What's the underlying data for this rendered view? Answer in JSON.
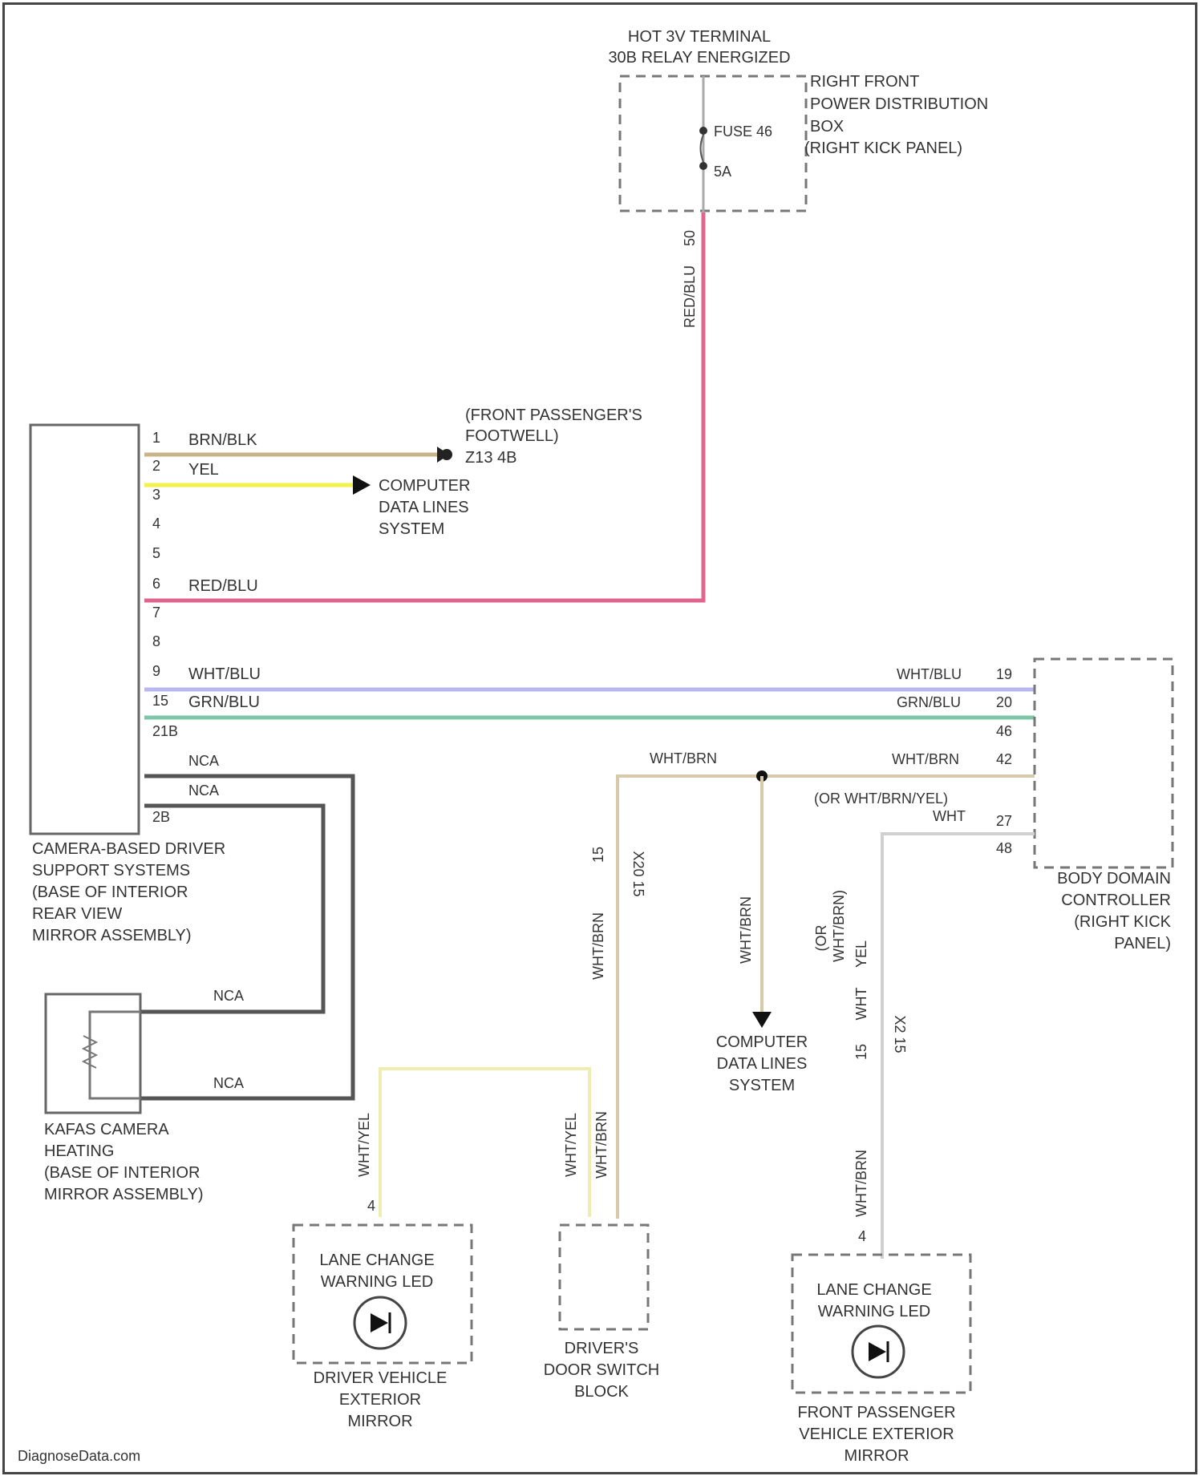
{
  "power": {
    "title_line1": "HOT 3V TERMINAL",
    "title_line2": "30B RELAY ENERGIZED",
    "box_line1": "RIGHT FRONT",
    "box_line2": "POWER DISTRIBUTION",
    "box_line3": "BOX",
    "box_line4": "(RIGHT KICK PANEL)",
    "fuse_name": "FUSE 46",
    "fuse_rating": "5A",
    "pin": "50",
    "wire": "RED/BLU"
  },
  "ground": {
    "line1": "(FRONT PASSENGER'S",
    "line2": "FOOTWELL)",
    "line3": "Z13 4B"
  },
  "data_lines_1": {
    "line1": "COMPUTER",
    "line2": "DATA LINES",
    "line3": "SYSTEM"
  },
  "data_lines_2": {
    "line1": "COMPUTER",
    "line2": "DATA LINES",
    "line3": "SYSTEM"
  },
  "camera_module": {
    "line1": "CAMERA-BASED DRIVER",
    "line2": "SUPPORT SYSTEMS",
    "line3": "(BASE OF INTERIOR",
    "line4": "REAR VIEW",
    "line5": "MIRROR ASSEMBLY)",
    "pins": [
      "1",
      "2",
      "3",
      "4",
      "5",
      "6",
      "7",
      "8",
      "9",
      "15",
      "21B",
      "",
      "",
      "2B"
    ],
    "wires": {
      "p1": "BRN/BLK",
      "p2": "YEL",
      "p6": "RED/BLU",
      "p9": "WHT/BLU",
      "p15": "GRN/BLU",
      "nca1": "NCA",
      "nca2": "NCA"
    }
  },
  "heater": {
    "line1": "KAFAS CAMERA",
    "line2": "HEATING",
    "line3": "(BASE OF INTERIOR",
    "line4": "MIRROR ASSEMBLY)",
    "nca_top": "NCA",
    "nca_bottom": "NCA"
  },
  "bdc": {
    "line1": "BODY DOMAIN",
    "line2": "CONTROLLER",
    "line3": "(RIGHT KICK",
    "line4": "PANEL)",
    "wire_p19": "WHT/BLU",
    "pin_19": "19",
    "wire_p20": "GRN/BLU",
    "pin_20": "20",
    "pin_46": "46",
    "wire_p42": "WHT/BRN",
    "pin_42": "42",
    "alt_label": "(OR WHT/BRN/YEL)",
    "wire_p27": "WHT",
    "pin_27": "27",
    "pin_48": "48"
  },
  "splice": {
    "wire_top": "WHT/BRN",
    "wire_down": "WHT/BRN"
  },
  "door_switch": {
    "line1": "DRIVER'S",
    "line2": "DOOR SWITCH",
    "line3": "BLOCK",
    "pin_a": "15",
    "pin_b": "X20 15",
    "wire_a": "WHT/BRN",
    "wire_yel": "WHT/YEL",
    "wire_brn": "WHT/BRN"
  },
  "driver_mirror": {
    "label1": "LANE CHANGE",
    "label2": "WARNING LED",
    "name1": "DRIVER VEHICLE",
    "name2": "EXTERIOR",
    "name3": "MIRROR",
    "wire": "WHT/YEL",
    "pin": "4"
  },
  "passenger_mirror": {
    "label1": "LANE CHANGE",
    "label2": "WARNING LED",
    "name1": "FRONT PASSENGER",
    "name2": "VEHICLE EXTERIOR",
    "name3": "MIRROR",
    "wire_or": "(OR",
    "wire_or2": "WHT/BRN)",
    "wire_wht": "WHT",
    "wire_yel": "YEL",
    "pin_a": "15",
    "pin_b": "X2 15",
    "wire_bottom": "WHT/BRN",
    "pin": "4"
  },
  "watermark": "DiagnoseData.com",
  "colors": {
    "red_blu": "#e0668f",
    "brn_blk": "#c9b48a",
    "yel": "#f2f24a",
    "wht_blu": "#b9b8f0",
    "grn_blu": "#7fc6a8",
    "nca": "#555555",
    "wht_brn": "#d8c9a8",
    "wht_yel": "#eeeeb0",
    "wht": "#d0d0d0"
  }
}
